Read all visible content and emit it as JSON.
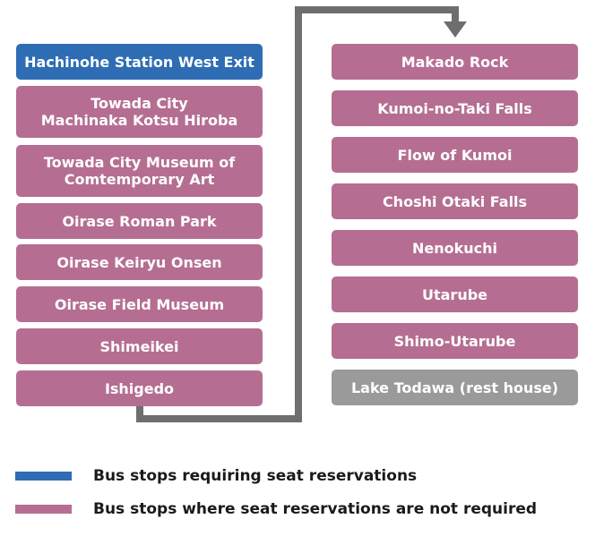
{
  "diagram": {
    "type": "bus-route",
    "colors": {
      "reserved": "#2e6db4",
      "normal": "#b56e92",
      "terminal": "#9a9a9a",
      "connector": "#6e6e6e"
    },
    "left_column": [
      {
        "label": "Hachinohe Station West Exit",
        "kind": "reserved"
      },
      {
        "label": "Towada City\nMachinaka Kotsu Hiroba",
        "kind": "normal"
      },
      {
        "label": "Towada City Museum of\nComtemporary Art",
        "kind": "normal"
      },
      {
        "label": "Oirase Roman Park",
        "kind": "normal"
      },
      {
        "label": "Oirase Keiryu Onsen",
        "kind": "normal"
      },
      {
        "label": "Oirase Field Museum",
        "kind": "normal"
      },
      {
        "label": "Shimeikei",
        "kind": "normal"
      },
      {
        "label": "Ishigedo",
        "kind": "normal"
      }
    ],
    "right_column": [
      {
        "label": "Makado Rock",
        "kind": "normal"
      },
      {
        "label": "Kumoi-no-Taki Falls",
        "kind": "normal"
      },
      {
        "label": "Flow of Kumoi",
        "kind": "normal"
      },
      {
        "label": "Choshi Otaki Falls",
        "kind": "normal"
      },
      {
        "label": "Nenokuchi",
        "kind": "normal"
      },
      {
        "label": "Utarube",
        "kind": "normal"
      },
      {
        "label": "Shimo-Utarube",
        "kind": "normal"
      },
      {
        "label": "Lake Todawa (rest house)",
        "kind": "terminal"
      }
    ]
  },
  "legend": [
    {
      "label": "Bus stops requiring seat reservations",
      "kind": "reserved"
    },
    {
      "label": "Bus stops where seat reservations are not required",
      "kind": "normal"
    }
  ]
}
